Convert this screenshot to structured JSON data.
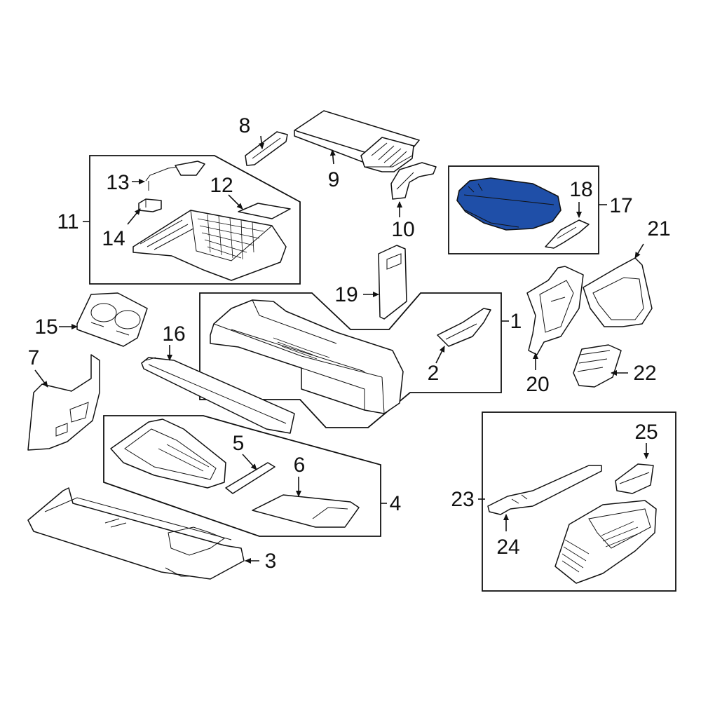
{
  "highlight_color": "#1f4fa8",
  "highlighted_part": "17",
  "callouts": {
    "c1": "1",
    "c2": "2",
    "c3": "3",
    "c4": "4",
    "c5": "5",
    "c6": "6",
    "c7": "7",
    "c8": "8",
    "c9": "9",
    "c10": "10",
    "c11": "11",
    "c12": "12",
    "c13": "13",
    "c14": "14",
    "c15": "15",
    "c16": "16",
    "c17": "17",
    "c18": "18",
    "c19": "19",
    "c20": "20",
    "c21": "21",
    "c22": "22",
    "c23": "23",
    "c24": "24",
    "c25": "25"
  }
}
